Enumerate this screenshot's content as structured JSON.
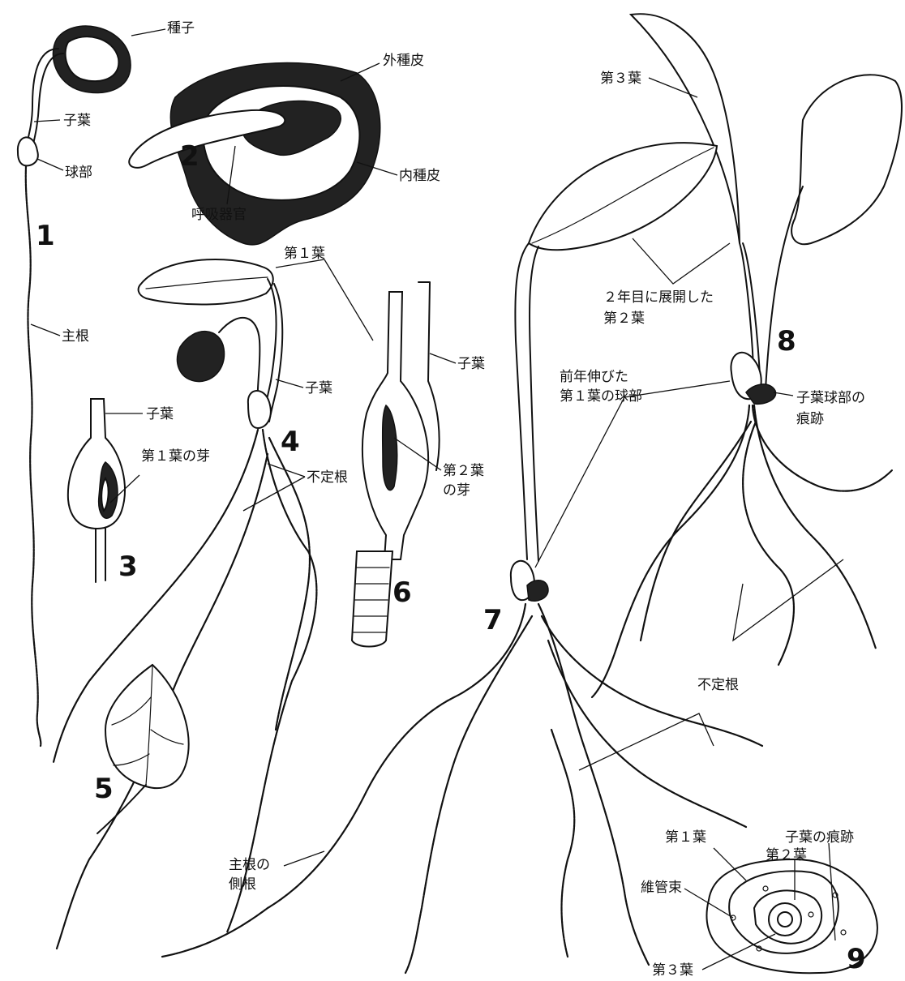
{
  "labels": {
    "seed": "種子",
    "cotyledon": "子葉",
    "bulb": "球部",
    "main_root": "主根",
    "outer_seed_coat": "外種皮",
    "inner_seed_coat": "内種皮",
    "respiratory_organ": "呼吸器官",
    "first_leaf_top": "第１葉",
    "cotyledon_fig4": "子葉",
    "cotyledon_fig3": "子葉",
    "first_leaf_bud": "第１葉の芽",
    "adventitious_root_fig4": "不定根",
    "cotyledon_fig6": "子葉",
    "second_leaf_bud_1": "第２葉",
    "second_leaf_bud_2": "の芽",
    "third_leaf_fig8": "第３葉",
    "second_leaf_line1": "２年目に展開した",
    "second_leaf_line2": "第２葉",
    "prev_year_line1": "前年伸びた",
    "prev_year_line2": "第１葉の球部",
    "cot_bulb_scar_line1": "子葉球部の",
    "cot_bulb_scar_line2": "痕跡",
    "adventitious_root_fig8": "不定根",
    "lateral_root_line1": "主根の",
    "lateral_root_line2": "側根",
    "cot_scar": "子葉の痕跡",
    "first_leaf_fig9": "第１葉",
    "second_leaf_fig9": "第２葉",
    "vascular_bundle": "維管束",
    "third_leaf_fig9": "第３葉"
  },
  "figure_numbers": {
    "f1": "1",
    "f2": "2",
    "f3": "3",
    "f4": "4",
    "f5": "5",
    "f6": "6",
    "f7": "7",
    "f8": "8",
    "f9": "9"
  }
}
